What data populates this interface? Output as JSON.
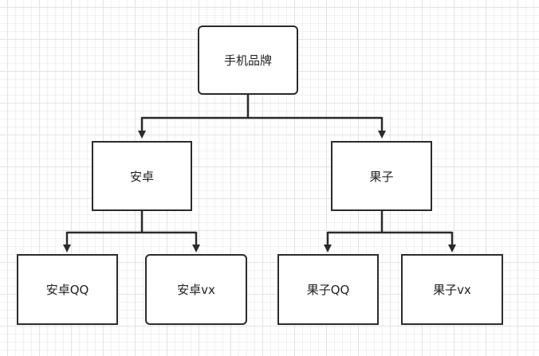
{
  "diagram": {
    "root": {
      "label": "手机品牌"
    },
    "android": {
      "label": "安卓"
    },
    "apple": {
      "label": "果子"
    },
    "android_qq": {
      "label": "安卓QQ"
    },
    "android_vx": {
      "label": "安卓vx"
    },
    "apple_qq": {
      "label": "果子QQ"
    },
    "apple_vx": {
      "label": "果子vx"
    }
  },
  "colors": {
    "stroke": "#2b2b2b",
    "text": "#222222",
    "background": "#ffffff"
  }
}
